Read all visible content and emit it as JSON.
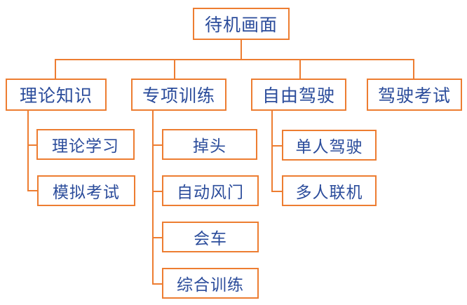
{
  "diagram": {
    "type": "org-tree",
    "title_text": "待机画面",
    "colors": {
      "box_border": "#ED7D31",
      "connector": "#ED7D31",
      "text": "#2B4C9B",
      "background": "#FFFFFF"
    },
    "root": {
      "label": "待机画面"
    },
    "branches": [
      {
        "label": "理论知识",
        "children": [
          {
            "label": "理论学习"
          },
          {
            "label": "模拟考试"
          }
        ]
      },
      {
        "label": "专项训练",
        "children": [
          {
            "label": "掉头"
          },
          {
            "label": "自动风门"
          },
          {
            "label": "会车"
          },
          {
            "label": "综合训练"
          }
        ]
      },
      {
        "label": "自由驾驶",
        "children": [
          {
            "label": "单人驾驶"
          },
          {
            "label": "多人联机"
          }
        ]
      },
      {
        "label": "驾驶考试",
        "children": []
      }
    ]
  }
}
